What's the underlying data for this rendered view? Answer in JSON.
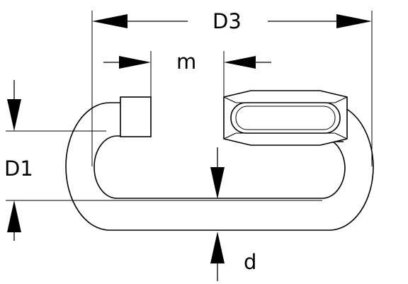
{
  "labels": {
    "D3": "D3",
    "m": "m",
    "D1": "D1",
    "d": "d"
  },
  "colors": {
    "stroke": "#000000",
    "background": "#ffffff"
  }
}
